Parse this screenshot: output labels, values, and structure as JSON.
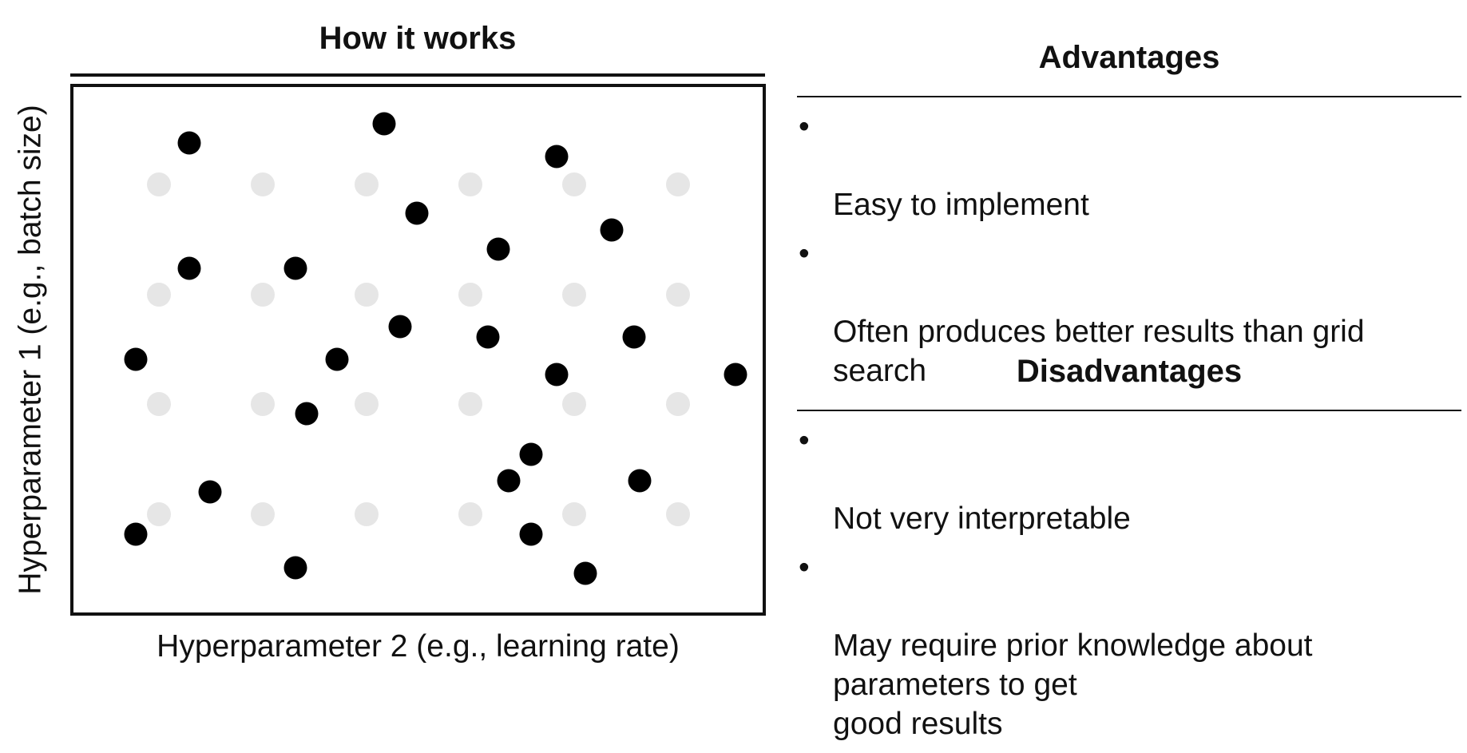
{
  "how_it_works": {
    "title": "How it works",
    "y_axis_label": "Hyperparameter 1 (e.g., batch size)",
    "x_axis_label": "Hyperparameter 2 (e.g., learning rate)"
  },
  "advantages": {
    "title": "Advantages",
    "items": [
      "Easy to implement",
      "Often produces better results than grid\nsearch"
    ]
  },
  "disadvantages": {
    "title": "Disadvantages",
    "items": [
      "Not very interpretable",
      "May require prior knowledge about\nparameters to get\ngood results"
    ]
  },
  "bullet_glyph": "•",
  "colors": {
    "sampled_point": "#000000",
    "grid_point": "#e6e6e6"
  }
}
